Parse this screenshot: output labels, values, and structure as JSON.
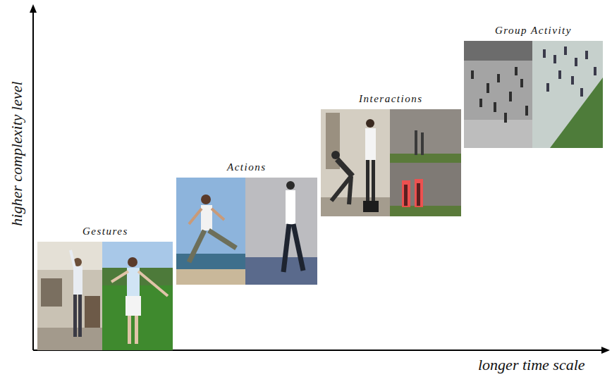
{
  "diagram": {
    "nodes": [
      {
        "text": [
          "Gestures"
        ]
      },
      {
        "text": [
          "Actions"
        ]
      },
      {
        "text": [
          "Interactions"
        ]
      },
      {
        "text": [
          "Group Activity"
        ]
      }
    ],
    "labels": [
      "higher complexity level",
      "longer time scale"
    ]
  }
}
